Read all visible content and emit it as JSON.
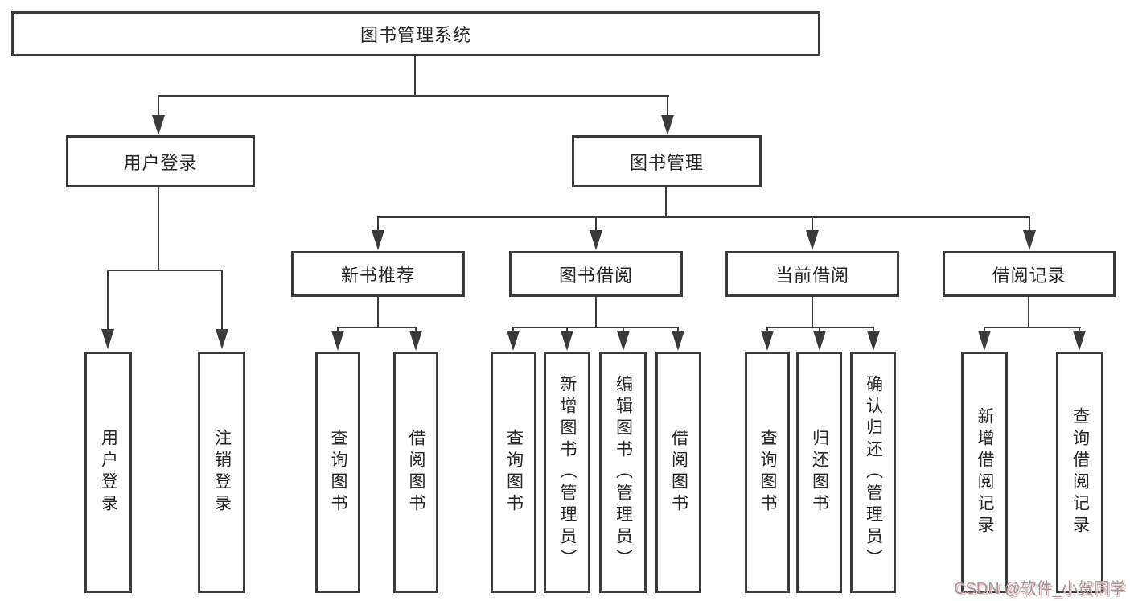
{
  "diagram": {
    "tree": {
      "label": "图书管理系统",
      "children": [
        {
          "label": "用户登录",
          "children": [
            {
              "label": "用户登录"
            },
            {
              "label": "注销登录"
            }
          ]
        },
        {
          "label": "图书管理",
          "children": [
            {
              "label": "新书推荐",
              "children": [
                {
                  "label": "查询图书"
                },
                {
                  "label": "借阅图书"
                }
              ]
            },
            {
              "label": "图书借阅",
              "children": [
                {
                  "label": "查询图书"
                },
                {
                  "label": "新增图书（管理员）"
                },
                {
                  "label": "编辑图书（管理员）"
                },
                {
                  "label": "借阅图书"
                }
              ]
            },
            {
              "label": "当前借阅",
              "children": [
                {
                  "label": "查询图书"
                },
                {
                  "label": "归还图书"
                },
                {
                  "label": "确认归还（管理员）"
                }
              ]
            },
            {
              "label": "借阅记录",
              "children": [
                {
                  "label": "新增借阅记录"
                },
                {
                  "label": "查询借阅记录"
                }
              ]
            }
          ]
        }
      ]
    }
  },
  "watermark": "CSDN @软件_小贺同学",
  "colors": {
    "line": "#3a3a3a",
    "text": "#262626",
    "background": "#ffffff",
    "watermark_text": "#9a9a9a",
    "watermark_shadow": "#f0bcbc"
  }
}
